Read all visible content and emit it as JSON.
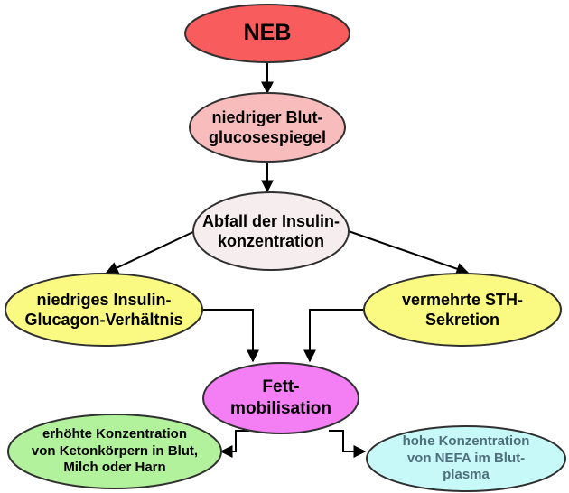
{
  "nodes": {
    "neb": {
      "label": "NEB",
      "fill": "#f95c5c"
    },
    "blood_glucose": {
      "label": "niedriger Blut-\nglucosespiegel",
      "fill": "#f9bcbc"
    },
    "insulin_drop": {
      "label": "Abfall der Insulin-\nkonzentration",
      "fill": "#f6eeee"
    },
    "insulin_glucagon": {
      "label": "niedriges Insulin-\nGlucagon-Verhältnis",
      "fill": "#fafa82"
    },
    "sth": {
      "label": "vermehrte STH-\nSekretion",
      "fill": "#fafa82"
    },
    "fat_mobilisation": {
      "label": "Fett-\nmobilisation",
      "fill": "#f47ef4"
    },
    "ketone": {
      "label": "erhöhte Konzentration\nvon Ketonkörpern in Blut,\nMilch oder Harn",
      "fill": "#b3f29d"
    },
    "nefa": {
      "label": "hohe Konzentration\nvon NEFA im Blut-\nplasma",
      "fill": "#c6f9f8",
      "text_color": "#4f6f7c"
    }
  },
  "colors": {
    "stroke": "#303030",
    "arrow": "#000000"
  }
}
